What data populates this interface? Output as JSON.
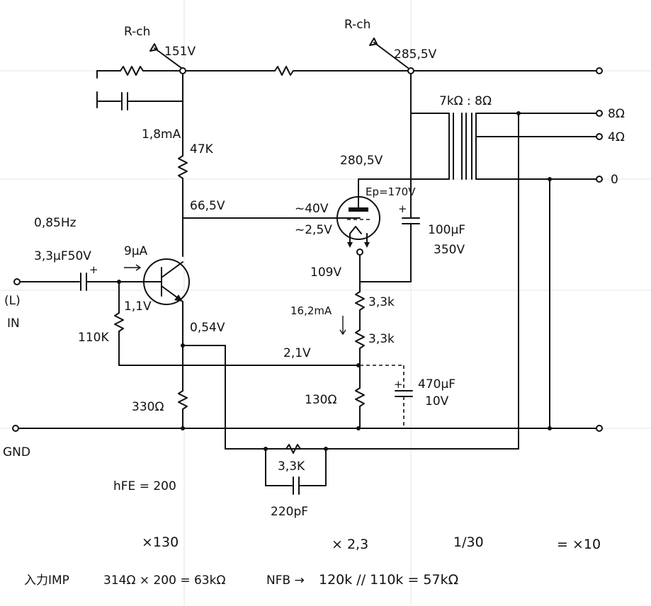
{
  "labels": {
    "rch_left": "R-ch",
    "rch_right": "R-ch",
    "v151": "151V",
    "v285": "285,5V",
    "ot_ratio": "7kΩ : 8Ω",
    "tap8": "8Ω",
    "tap4": "4Ω",
    "tap0": "0",
    "i_1_8ma": "1,8mA",
    "r47k": "47K",
    "v280": "280,5V",
    "ep": "Ep=170V",
    "v66": "66,5V",
    "vg40": "~40V",
    "vg25": "~2,5V",
    "freq": "0,85Hz",
    "cap_in": "3,3μF50V",
    "ib": "9μA",
    "c100": "100μF",
    "c100v": "350V",
    "v109": "109V",
    "in_l": "(L)",
    "in_in": "IN",
    "vb": "1,1V",
    "r33k_a": "3,3k",
    "i16": "16,2mA",
    "r33k_b": "3,3k",
    "r110k": "110K",
    "ve": "0,54V",
    "v21": "2,1V",
    "c470": "470μF",
    "c470v": "10V",
    "r130": "130Ω",
    "r330": "330Ω",
    "gnd": "GND",
    "r33k_fb": "3,3K",
    "hfe": "hFE = 200",
    "c220": "220pF",
    "g1": "×130",
    "g2": "× 2,3",
    "g3": "1/30",
    "g4": "= ×10",
    "imp_label": "入力IMP",
    "imp_formula": "314Ω × 200 = 63kΩ",
    "nfb": "NFB →",
    "imp_result": "120k  //  110k  =  57kΩ"
  }
}
